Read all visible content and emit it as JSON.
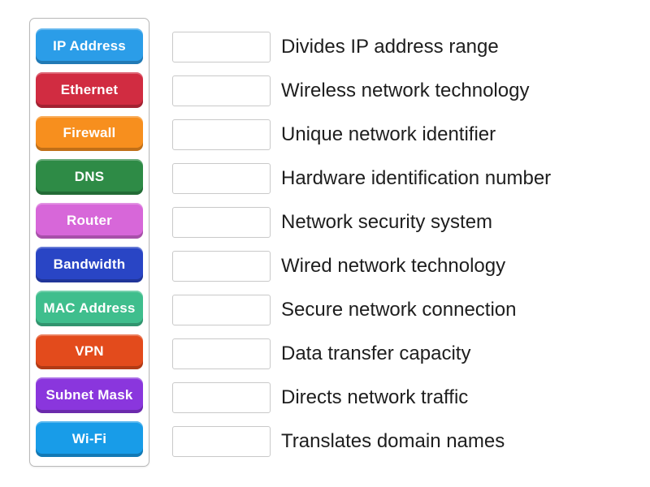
{
  "terms": [
    {
      "label": "IP Address",
      "color": "#2b9de8"
    },
    {
      "label": "Ethernet",
      "color": "#d12c41"
    },
    {
      "label": "Firewall",
      "color": "#f78f1e"
    },
    {
      "label": "DNS",
      "color": "#2e8b46"
    },
    {
      "label": "Router",
      "color": "#d767d9"
    },
    {
      "label": "Bandwidth",
      "color": "#2945c5"
    },
    {
      "label": "MAC Address",
      "color": "#3fbe8d"
    },
    {
      "label": "VPN",
      "color": "#e34b1c"
    },
    {
      "label": "Subnet Mask",
      "color": "#8a36dd"
    },
    {
      "label": "Wi-Fi",
      "color": "#189ce8"
    }
  ],
  "definitions": [
    "Divides IP address range",
    "Wireless network technology",
    "Unique network identifier",
    "Hardware identification number",
    "Network security system",
    "Wired network technology",
    "Secure network connection",
    "Data transfer capacity",
    "Directs network traffic",
    "Translates domain names"
  ]
}
